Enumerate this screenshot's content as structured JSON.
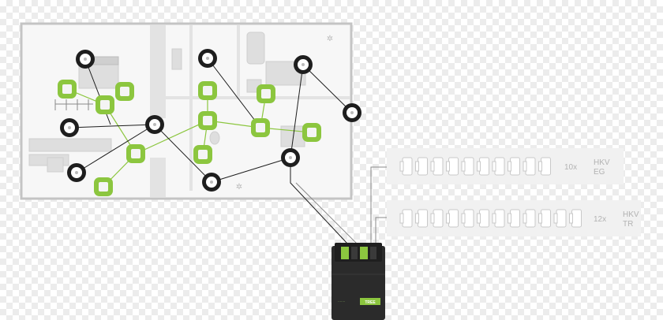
{
  "colors": {
    "accent_green": "#8cc63f",
    "sensor_ring": "#1e1e1e",
    "controller_body": "#2b2b2b"
  },
  "icons": {
    "sensor": "round-sensor-icon",
    "actuator": "square-actuator-icon",
    "controller": "controller-device-icon"
  },
  "strips": [
    {
      "count_label": "10x",
      "name_line1": "HKV",
      "name_line2": "EG",
      "valve_count": 10
    },
    {
      "count_label": "12x",
      "name_line1": "HKV",
      "name_line2": "TR",
      "valve_count": 12
    }
  ],
  "device": {
    "brand": "·······",
    "tag": "TREE"
  }
}
